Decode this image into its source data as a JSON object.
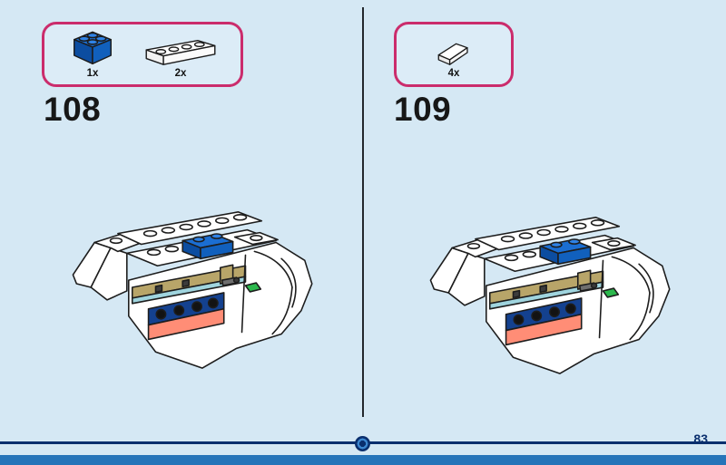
{
  "document": {
    "page_number": "83"
  },
  "progress": {
    "fraction": 0.5
  },
  "steps": [
    {
      "number": "108",
      "parts": [
        {
          "icon": "brick-2x2-blue-icon",
          "name": "blue 2x2 brick",
          "count": "1x",
          "color": "#1b6ed2"
        },
        {
          "icon": "brick-1x4-white-icon",
          "name": "white 1x4 brick",
          "count": "2x",
          "color": "#ffffff"
        }
      ]
    },
    {
      "number": "109",
      "parts": [
        {
          "icon": "slope-1x2-white-icon",
          "name": "white slope",
          "count": "4x",
          "color": "#ffffff"
        }
      ]
    }
  ],
  "colors": {
    "page_background": "#d5e8f4",
    "parts_box_fill": "#dcecf7",
    "parts_box_border": "#cb2c6c",
    "divider": "#23282d",
    "progress_line": "#0a2f6e",
    "page_number_text": "#0a2f6e",
    "footer_bar": "#2574b9",
    "brick_blue": "#1b6ed2",
    "tan": "#b8a569",
    "teal_stripe": "#9fd4de",
    "dark_blue_plate": "#14418f",
    "coral_stripe": "#ff8d76",
    "green_plate": "#2cb84d"
  }
}
